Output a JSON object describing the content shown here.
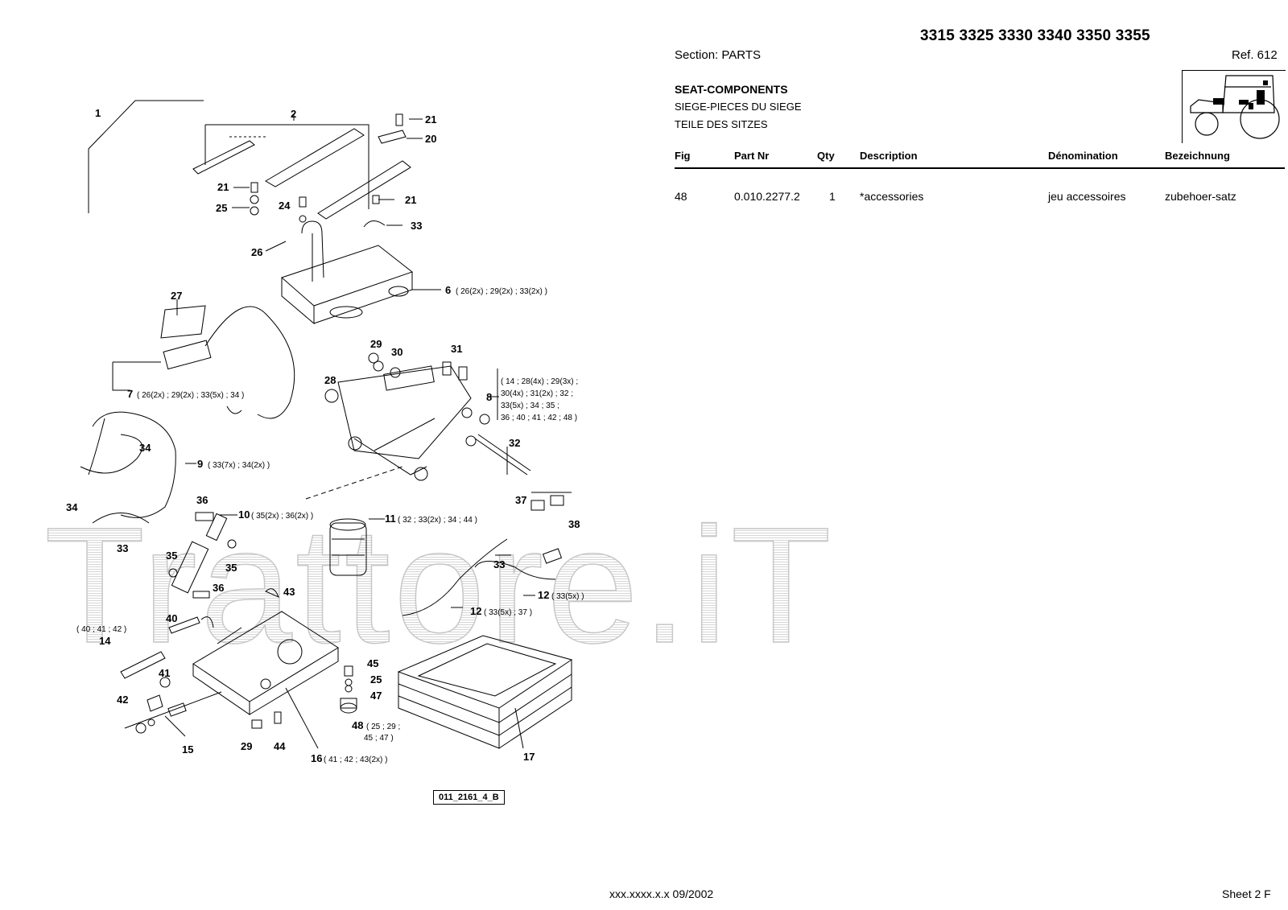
{
  "header": {
    "models": "3315 3325 3330 3340 3350 3355",
    "section": "Section: PARTS",
    "ref": "Ref. 612",
    "title_en": "SEAT-COMPONENTS",
    "title_fr": "SIEGE-PIECES DU SIEGE",
    "title_de": "TEILE DES SITZES"
  },
  "table": {
    "columns": [
      "Fig",
      "Part Nr",
      "Qty",
      "Description",
      "Dénomination",
      "Bezeichnung"
    ],
    "rows": [
      {
        "fig": "48",
        "part_nr": "0.010.2277.2",
        "qty": "1",
        "description": "*accessories",
        "denomination": "jeu accessoires",
        "bezeichnung": "zubehoer-satz"
      }
    ]
  },
  "diagram": {
    "drawing_number": "011_2161_4_B",
    "callouts": {
      "c1": "1",
      "c2": "2",
      "c21a": "21",
      "c20": "20",
      "c21b": "21",
      "c25": "25",
      "c24": "24",
      "c21c": "21",
      "c33a": "33",
      "c26": "26",
      "c6": "6",
      "c6n": "( 26(2x) ; 29(2x) ; 33(2x) )",
      "c27": "27",
      "c7": "7",
      "c7n": "( 26(2x) ; 29(2x) ; 33(5x) ; 34 )",
      "c29a": "29",
      "c30": "30",
      "c31": "31",
      "c28": "28",
      "c8": "8",
      "c8n1": "( 14 ; 28(4x) ; 29(3x) ;",
      "c8n2": "30(4x) ; 31(2x) ; 32 ;",
      "c8n3": "33(5x) ; 34 ; 35 ;",
      "c8n4": "36 ; 40 ; 41 ; 42 ; 48 )",
      "c34a": "34",
      "c9": "9",
      "c9n": "( 33(7x) ; 34(2x) )",
      "c32": "32",
      "c34b": "34",
      "c36a": "36",
      "c10": "10",
      "c10n": "( 35(2x) ; 36(2x) )",
      "c11": "11",
      "c11n": "( 32 ; 33(2x) ; 34 ; 44 )",
      "c37": "37",
      "c38": "38",
      "c33b": "33",
      "c35a": "35",
      "c35b": "35",
      "c33c": "33",
      "c36b": "36",
      "c43": "43",
      "c12a": "12",
      "c12an": "( 33(5x) )",
      "c12b": "12",
      "c12bn": "( 33(5x) ; 37 )",
      "c40": "40",
      "c14n": "( 40 ; 41 ; 42 )",
      "c14": "14",
      "c45": "45",
      "c41": "41",
      "c25b": "25",
      "c42": "42",
      "c47": "47",
      "c48": "48",
      "c48n1": "( 25 ; 29 ;",
      "c48n2": "45 ; 47 )",
      "c15": "15",
      "c29b": "29",
      "c44": "44",
      "c16": "16",
      "c16n": "( 41 ; 42 ; 43(2x) )",
      "c17": "17"
    }
  },
  "watermark": "Trattore.iT",
  "footer": {
    "code": "xxx.xxxx.x.x  09/2002",
    "sheet": "Sheet 2 F"
  }
}
